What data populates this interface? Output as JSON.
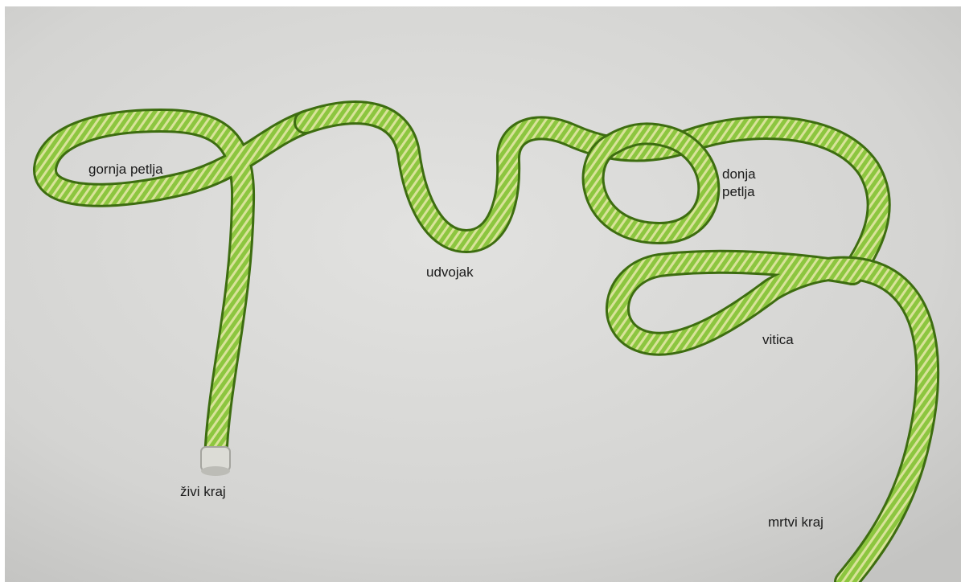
{
  "labels": {
    "top_loop": "gornja petlja",
    "bottom_loop_line1": "donja",
    "bottom_loop_line2": "petlja",
    "bight": "udvojak",
    "crossing_turn": "vitica",
    "working_end": "živi kraj",
    "standing_end": "mrtvi kraj"
  },
  "colors": {
    "background": "#d8d8d6",
    "rope": "#8cc63f",
    "rope_dark": "#4e8a16",
    "rope_stripe": "#e3e6a1",
    "rope_end": "#dcdcd6",
    "label_text": "#1a1a1a"
  }
}
